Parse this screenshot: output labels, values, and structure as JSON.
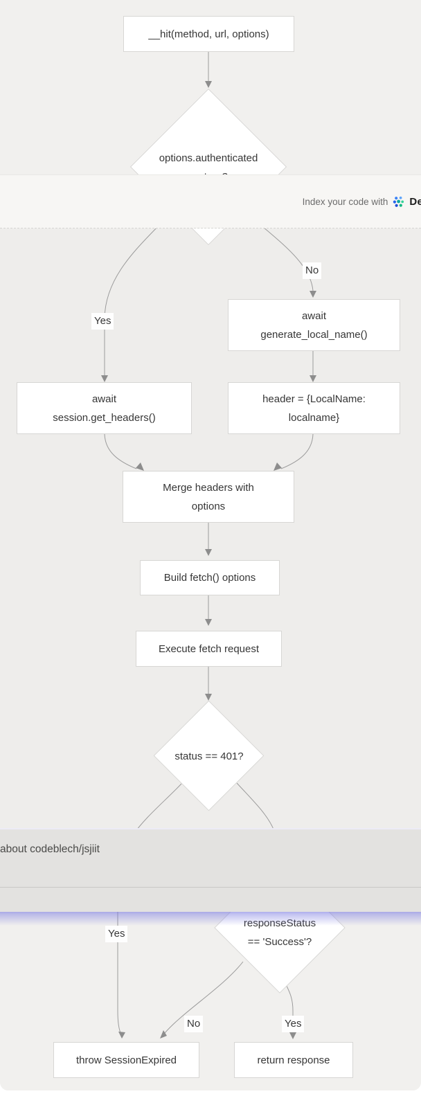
{
  "banner_top": {
    "text": "Index your code with",
    "brand": "De",
    "logo_icon": "devin-dots-logo"
  },
  "banner_bottom": {
    "text": "about codeblech/jsjiit"
  },
  "flowchart": {
    "nodes": {
      "hit": "__hit(method, url, options)",
      "auth_check": "options.authenticated\n== true?",
      "gen_local": "await\ngenerate_local_name()",
      "header_local": "header = {LocalName:\nlocalname}",
      "get_headers": "await\nsession.get_headers()",
      "merge": "Merge headers with\noptions",
      "build": "Build fetch() options",
      "execute": "Execute fetch request",
      "status_check": "status == 401?",
      "response_check": "responseStatus\n== 'Success'?",
      "throw_expired": "throw SessionExpired",
      "return_response": "return response"
    },
    "edge_labels": {
      "yes1": "Yes",
      "no1": "No",
      "yes2": "Yes",
      "no2": "No",
      "yes3": "Yes"
    }
  },
  "colors": {
    "bg-top": "#f1f0ee",
    "bg-mid": "#eeedeb",
    "bg-banner1": "#f7f6f4",
    "bg-banner2": "#e3e2e0",
    "box-border": "#d7d6d4",
    "edge": "#9b9b9b",
    "arrow": "#8d8d8d",
    "text": "#363636",
    "accent": "#7d7de1"
  }
}
